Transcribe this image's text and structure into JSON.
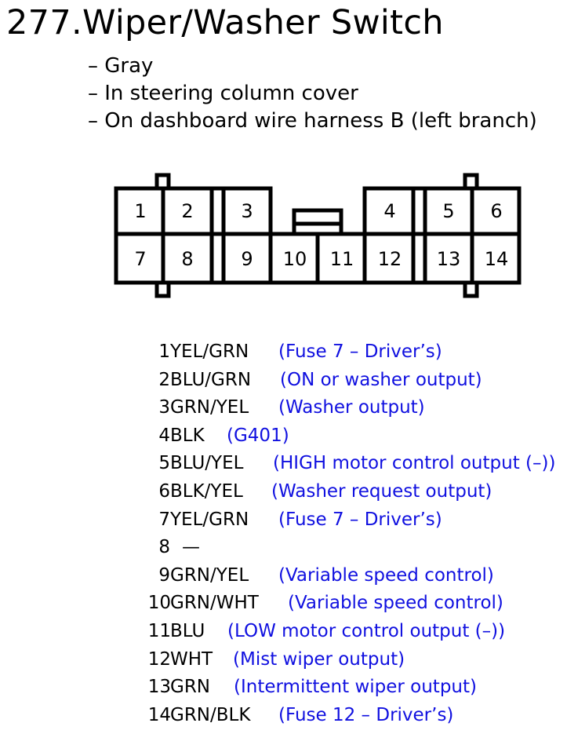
{
  "title": "277.Wiper/Washer Switch",
  "notes": [
    "– Gray",
    "– In steering column cover",
    "– On dashboard wire harness B (left branch)"
  ],
  "colors": {
    "description": "#1010e0",
    "lines": "#000000"
  },
  "connector": {
    "cavities": [
      {
        "id": "1",
        "label": "1"
      },
      {
        "id": "2",
        "label": "2"
      },
      {
        "id": "3",
        "label": "3"
      },
      {
        "id": "4",
        "label": "4"
      },
      {
        "id": "5",
        "label": "5"
      },
      {
        "id": "6",
        "label": "6"
      },
      {
        "id": "7",
        "label": "7"
      },
      {
        "id": "8",
        "label": "8"
      },
      {
        "id": "9",
        "label": "9"
      },
      {
        "id": "10",
        "label": "10"
      },
      {
        "id": "11",
        "label": "11"
      },
      {
        "id": "12",
        "label": "12"
      },
      {
        "id": "13",
        "label": "13"
      },
      {
        "id": "14",
        "label": "14"
      }
    ]
  },
  "pins": [
    {
      "num": "1",
      "wire": "YEL/GRN",
      "desc": "(Fuse 7 – Driver’s)"
    },
    {
      "num": "2",
      "wire": "BLU/GRN",
      "desc": "(ON or washer output)"
    },
    {
      "num": "3",
      "wire": "GRN/YEL",
      "desc": "(Washer output)"
    },
    {
      "num": "4",
      "wire": "BLK",
      "desc": "(G401)"
    },
    {
      "num": "5",
      "wire": "BLU/YEL",
      "desc": "(HIGH motor control output (–))"
    },
    {
      "num": "6",
      "wire": "BLK/YEL",
      "desc": "(Washer request output)"
    },
    {
      "num": "7",
      "wire": "YEL/GRN",
      "desc": "(Fuse 7 – Driver’s)"
    },
    {
      "num": "8",
      "wire": "—",
      "desc": ""
    },
    {
      "num": "9",
      "wire": "GRN/YEL",
      "desc": "(Variable speed control)"
    },
    {
      "num": "10",
      "wire": "GRN/WHT",
      "desc": "(Variable speed control)"
    },
    {
      "num": "11",
      "wire": "BLU",
      "desc": "(LOW motor control output (–))"
    },
    {
      "num": "12",
      "wire": "WHT",
      "desc": "(Mist wiper output)"
    },
    {
      "num": "13",
      "wire": "GRN",
      "desc": "(Intermittent wiper output)"
    },
    {
      "num": "14",
      "wire": "GRN/BLK",
      "desc": "(Fuse 12 – Driver’s)"
    }
  ]
}
